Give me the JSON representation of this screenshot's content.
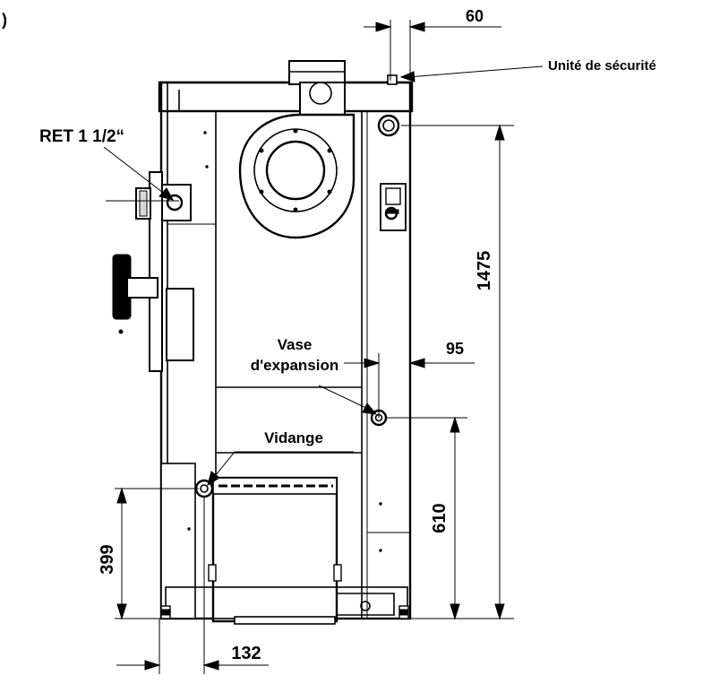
{
  "figure_marker": ")",
  "labels": {
    "safety_unit": "Unité de sécurité",
    "return_connection": "RET 1 1/2“",
    "expansion_vessel_line1": "Vase",
    "expansion_vessel_line2": "d'expansion",
    "drain": "Vidange"
  },
  "dimensions": {
    "top_offset": "60",
    "total_height": "1475",
    "vessel_offset": "95",
    "vessel_height": "610",
    "drain_height": "399",
    "drain_offset": "132"
  }
}
